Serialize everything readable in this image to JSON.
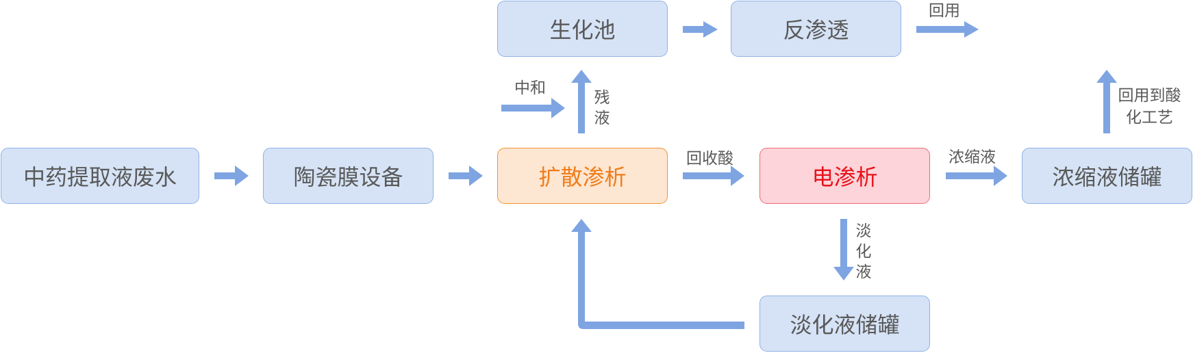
{
  "nodes": {
    "tcm_wastewater": "中药提取液废水",
    "ceramic_membrane": "陶瓷膜设备",
    "diffusion_dialysis": "扩散渗析",
    "electrodialysis": "电渗析",
    "concentrate_tank": "浓缩液储罐",
    "biochemical_pool": "生化池",
    "reverse_osmosis": "反渗透",
    "dilute_tank": "淡化液储罐"
  },
  "labels": {
    "neutralize": "中和",
    "residual_liquid": "残液",
    "recovered_acid": "回收酸",
    "concentrate": "浓缩液",
    "reuse": "回用",
    "reuse_to_acid_process": "回用到酸化工艺",
    "dilute_liquid": "淡化液"
  },
  "colors": {
    "box_fill": "#d6e3f6",
    "box_border": "#8eb0e6",
    "arrow": "#7ea4e2",
    "text": "#595959",
    "diffusion_fill": "#fde6d2",
    "diffusion_border": "#f39234",
    "diffusion_text": "#f07d1a",
    "electro_fill": "#fcd4d9",
    "electro_border": "#f06a76",
    "electro_text": "#e8121c"
  }
}
